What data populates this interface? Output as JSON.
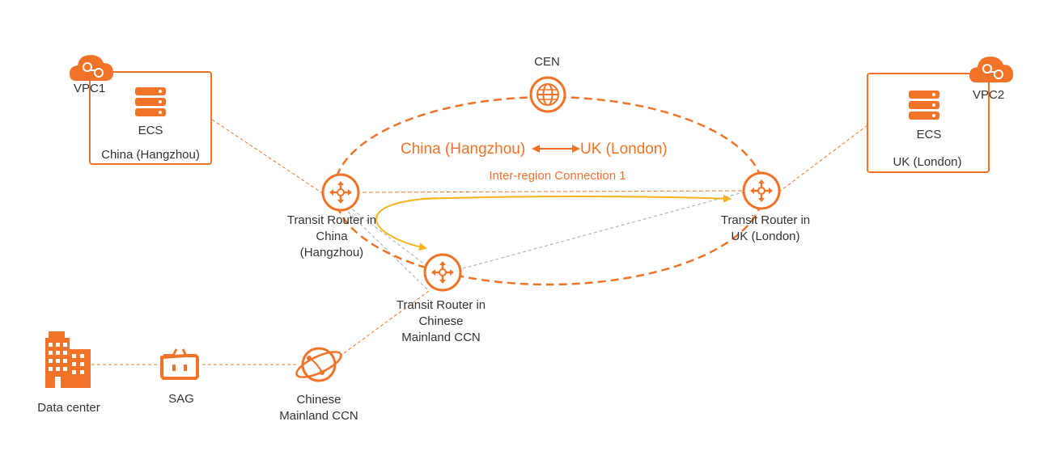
{
  "colors": {
    "accent": "#f07328",
    "route": "#f5b41e",
    "gray_line": "#aaaaaa",
    "text": "#333333"
  },
  "cen": {
    "label": "CEN",
    "icon": "globe-icon"
  },
  "region_pair": {
    "left": "China (Hangzhou)",
    "right": "UK (London)",
    "icon": "bidirectional-arrow-icon"
  },
  "connection": {
    "label": "Inter-region Connection 1"
  },
  "vpc1": {
    "tag": "VPC1",
    "server_label": "ECS",
    "region_label": "China (Hangzhou)",
    "icon": "cloud-icon"
  },
  "vpc2": {
    "tag": "VPC2",
    "server_label": "ECS",
    "region_label": "UK (London)",
    "icon": "cloud-icon"
  },
  "tr_china": {
    "line1": "Transit Router in",
    "line2": "China",
    "line3": "(Hangzhou)",
    "icon": "router-icon"
  },
  "tr_uk": {
    "line1": "Transit Router in",
    "line2": "UK (London)",
    "icon": "router-icon"
  },
  "tr_ccn": {
    "line1": "Transit Router in",
    "line2": "Chinese",
    "line3": "Mainland CCN",
    "icon": "router-icon"
  },
  "data_center": {
    "label": "Data center",
    "icon": "building-icon"
  },
  "sag": {
    "label": "SAG",
    "icon": "sag-icon"
  },
  "ccn": {
    "line1": "Chinese",
    "line2": "Mainland CCN",
    "icon": "ccn-icon"
  }
}
